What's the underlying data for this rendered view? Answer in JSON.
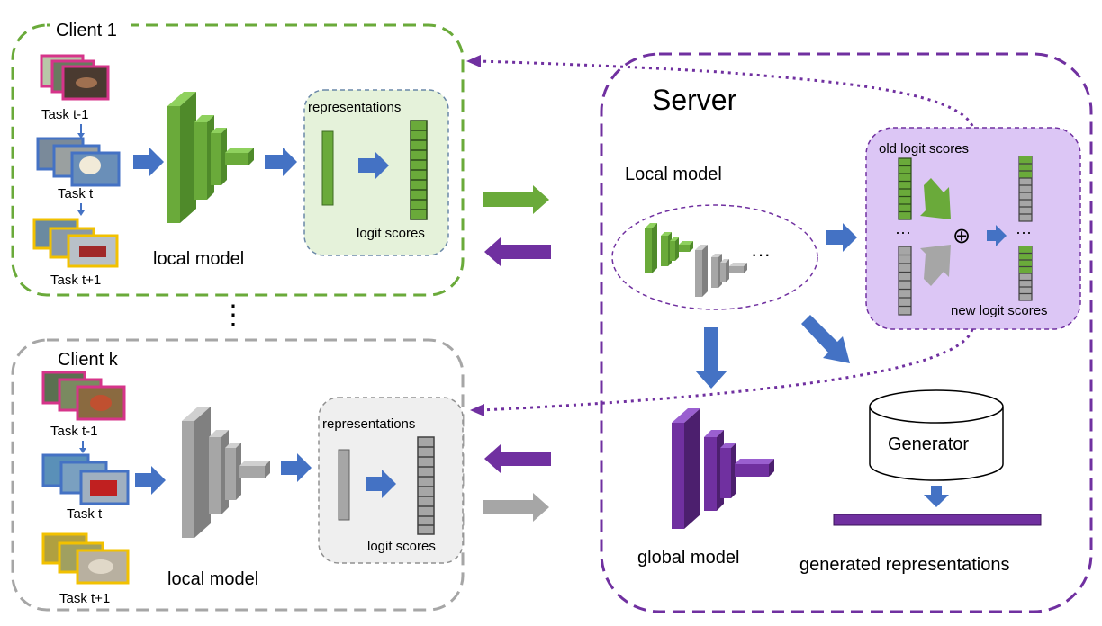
{
  "client1": {
    "title": "Client 1",
    "task_prev": "Task t-1",
    "task_cur": "Task t",
    "task_next": "Task t+1",
    "representations": "representations",
    "logit_scores": "logit scores",
    "model_label": "local model"
  },
  "ellipsis_vertical": "⋮",
  "clientk": {
    "title": "Client k",
    "task_prev": "Task t-1",
    "task_cur": "Task t",
    "task_next": "Task t+1",
    "representations": "representations",
    "logit_scores": "logit scores",
    "model_label": "local model"
  },
  "server": {
    "title": "Server",
    "local_model": "Local model",
    "ellipsis": "···",
    "old_logit_scores": "old logit scores",
    "new_logit_scores": "new logit scores",
    "plus": "⊕",
    "dots": "···",
    "generator": "Generator",
    "global_model": "global model",
    "generated_representations": "generated representations"
  },
  "colors": {
    "green": "#6aaa3a",
    "gray": "#a6a6a6",
    "purple": "#7030a0",
    "blue": "#4472c4",
    "lavender": "#dcc6f5",
    "light_green": "#e5f2da"
  }
}
